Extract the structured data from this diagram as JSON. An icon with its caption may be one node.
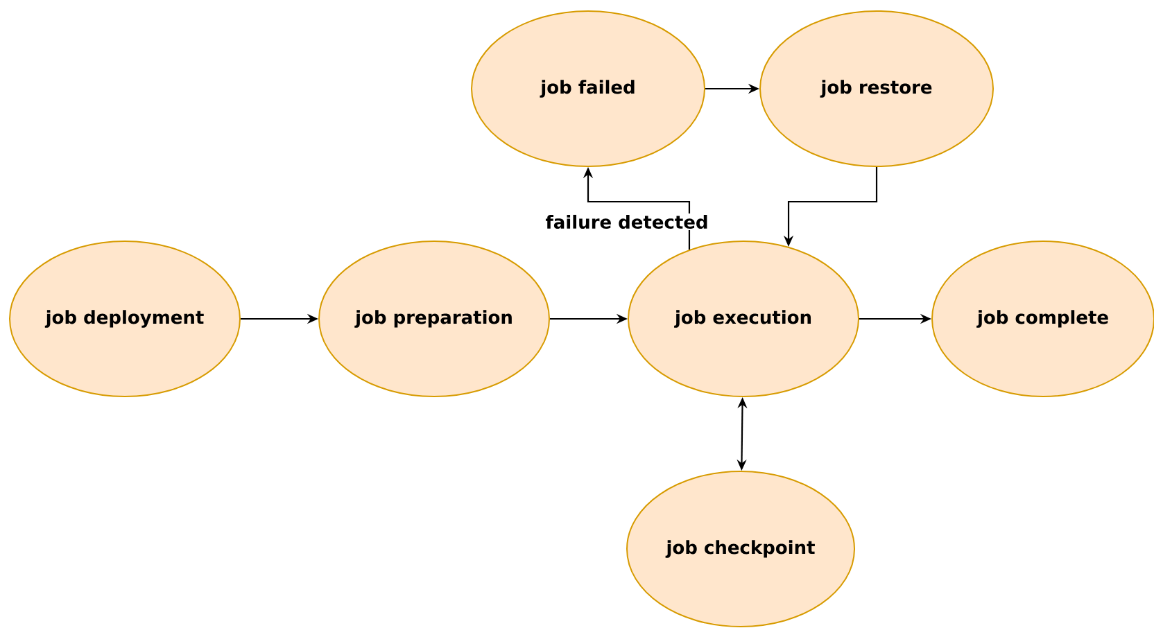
{
  "diagram": {
    "nodes": [
      {
        "text": [
          "job failed"
        ]
      },
      {
        "text": [
          "job restore"
        ]
      },
      {
        "text": [
          "job deployment"
        ]
      },
      {
        "text": [
          "job preparation"
        ]
      },
      {
        "text": [
          "job execution"
        ]
      },
      {
        "text": [
          "job complete"
        ]
      },
      {
        "text": [
          "job checkpoint"
        ]
      }
    ],
    "edges": [
      {
        "from": 2,
        "to": 3,
        "arrow": "to"
      },
      {
        "from": 3,
        "to": 4,
        "arrow": "to"
      },
      {
        "from": 4,
        "to": 5,
        "arrow": "to"
      },
      {
        "from": 4,
        "to": 0,
        "arrow": "to",
        "label": "failure detected"
      },
      {
        "from": 0,
        "to": 1,
        "arrow": "to"
      },
      {
        "from": 1,
        "to": 4,
        "arrow": "to"
      },
      {
        "from": 4,
        "to": 6,
        "arrow": "both"
      }
    ]
  }
}
